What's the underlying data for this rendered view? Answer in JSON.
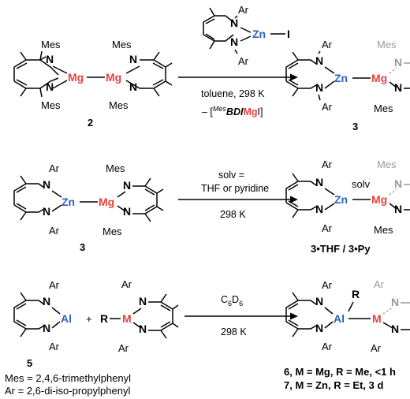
{
  "atoms": {
    "mg": "Mg",
    "zn": "Zn",
    "al": "Al",
    "n": "N",
    "i": "I",
    "m": "M",
    "r": "R",
    "mes": "Mes",
    "ar": "Ar",
    "solv": "solv"
  },
  "labels": {
    "c2": "2",
    "c3": "3",
    "c5": "5",
    "c3b": "3",
    "c3py": "3•THF / 3•Py",
    "c6": "6, M = Mg, R = Me, <1 h",
    "c7": "7, M = Zn, R = Et, 3 d",
    "plus": "+"
  },
  "conditions": {
    "r1_solvent": "toluene, 298 K",
    "r1_byproduct_prefix": "– [",
    "r1_byproduct_sup": "Mes",
    "r1_byproduct_mid": "BDI",
    "r1_byproduct_mg": "Mg",
    "r1_byproduct_end": "I]",
    "r2_line1": "solv =",
    "r2_line2": "THF or pyridine",
    "r2_temp": "298 K",
    "r3_solvent_main": "C",
    "r3_solvent_sub1": "6",
    "r3_solvent_d": "D",
    "r3_solvent_sub2": "6",
    "r3_temp": "298 K"
  },
  "legend": {
    "mes_def": "Mes = 2,4,6-trimethylphenyl",
    "ar_def": "Ar = 2,6-di-iso-propylphenyl"
  },
  "colors": {
    "magnesium": "#e8413c",
    "zinc": "#2c63b8",
    "aluminium": "#2c63b8",
    "minor_ligand": "#9a9a9a"
  }
}
